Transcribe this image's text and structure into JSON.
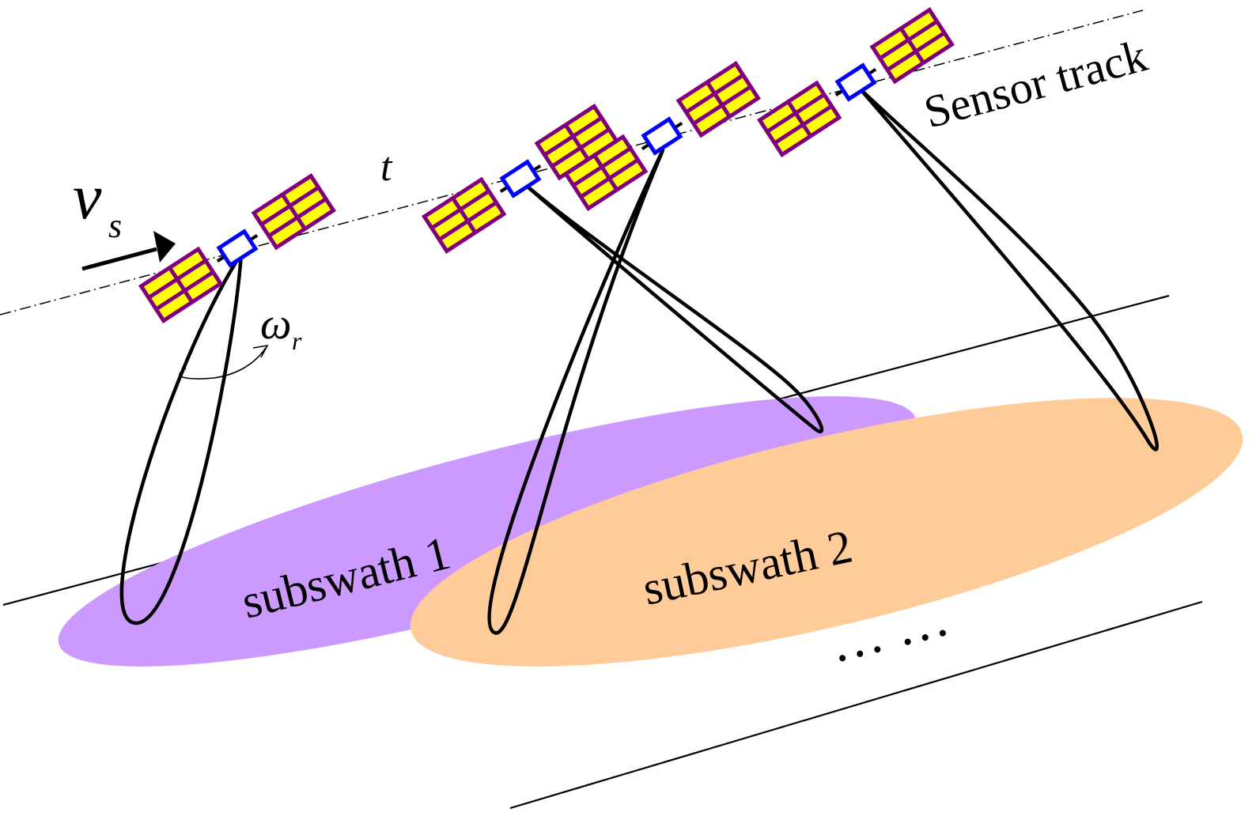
{
  "labels": {
    "sensor_track": "Sensor track",
    "velocity_symbol": "v",
    "velocity_subscript": "s",
    "time_symbol": "t",
    "rotation_symbol": "ω",
    "rotation_subscript": "r",
    "subswath_1": "subswath 1",
    "subswath_2": "subswath 2",
    "continuation": "… …"
  },
  "colors": {
    "subswath_1_fill": "#cc99ff",
    "subswath_2_fill": "#ffcc99",
    "panel_fill": "#ffff00",
    "panel_stroke": "#800080",
    "body_stroke": "#0000ff",
    "beam_stroke": "#000000",
    "line_stroke": "#000000"
  },
  "icons": [
    "satellite-icon",
    "antenna-beam",
    "velocity-arrow",
    "rotation-arrow"
  ]
}
